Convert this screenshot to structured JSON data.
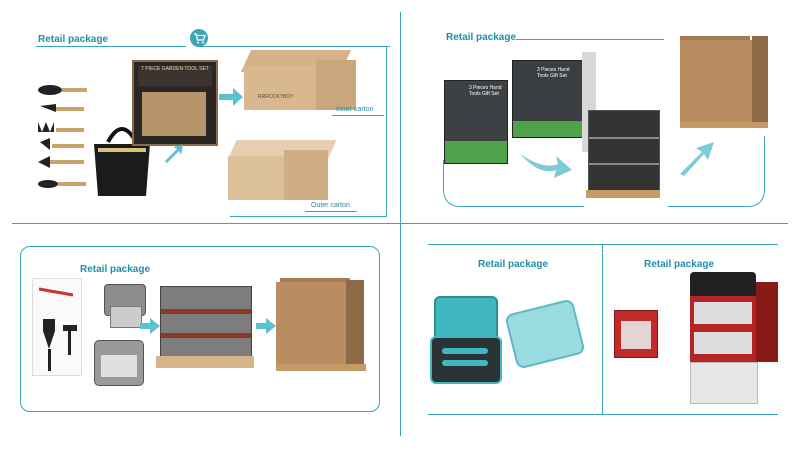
{
  "panels": {
    "top_left": {
      "title": "Retail package",
      "inner_carton_caption": "Inner carton",
      "outer_carton_caption": "Outer carton",
      "box_print": "7 PIECE GARDEN TOOL SET",
      "carton_brand": "RRROCKTBOY"
    },
    "top_right": {
      "title": "Retail package",
      "box_a_text": "3 Pieces Hand Tools Gift Set",
      "box_b_text": "3 Pieces Hand Tools Gift Set"
    },
    "bottom_left": {
      "title": "Retail package"
    },
    "bottom_mid": {
      "title": "Retail package"
    },
    "bottom_right": {
      "title": "Retail package"
    }
  },
  "colors": {
    "accent": "#3aa6b9",
    "title": "#1f8fa6",
    "cardboard": "#b98c61",
    "teal_case": "#3fb8c0"
  },
  "icons": [
    "cart-icon",
    "arrow-right-icon"
  ]
}
